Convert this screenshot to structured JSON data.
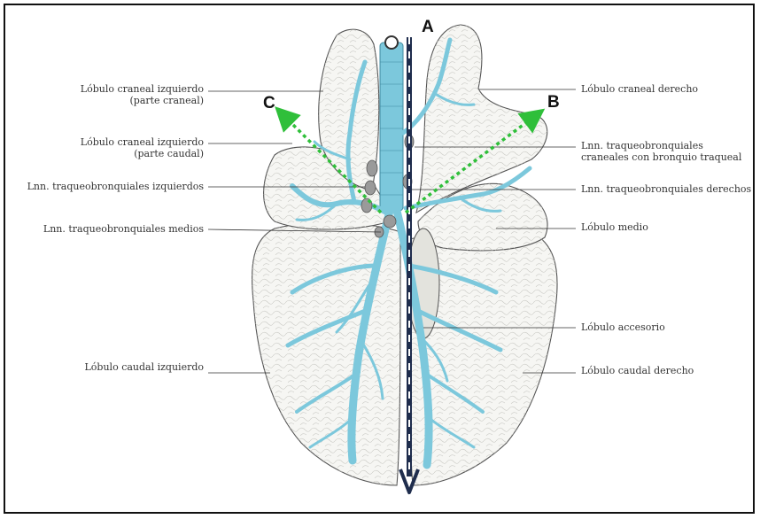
{
  "labels": {
    "lobulo_craneal_izq_craneal": [
      "Lóbulo craneal izquierdo",
      "(parte craneal)"
    ],
    "lobulo_craneal_izq_caudal": [
      "Lóbulo craneal izquierdo",
      "(parte caudal)"
    ],
    "lnn_izquierdos": "Lnn. traqueobronquiales izquierdos",
    "lnn_medios": "Lnn. traqueobronquiales medios",
    "lobulo_caudal_izq": "Lóbulo caudal izquierdo",
    "lobulo_craneal_der": "Lóbulo craneal derecho",
    "lnn_craneales": [
      "Lnn. traqueobronquiales",
      "craneales con bronquio traqueal"
    ],
    "lnn_derechos": "Lnn. traqueobronquiales derechos",
    "lobulo_medio": "Lóbulo medio",
    "lobulo_accesorio": "Lóbulo accesorio",
    "lobulo_caudal_der": "Lóbulo caudal derecho"
  },
  "markers": {
    "a": "A",
    "b": "B",
    "c": "C"
  },
  "colors": {
    "airway": "#7cc8dc",
    "airway_edge": "#3f8aa0",
    "lung_fill": "#f6f6f3",
    "lung_edge": "#555555",
    "arrow_a": "#1f2d4d",
    "arrow_bc": "#2fbf3a",
    "node": "#8a8a8a"
  },
  "icons": {
    "arrow_a": "dashed-down-arrow-icon",
    "arrow_b": "dotted-arrow-right-up-icon",
    "arrow_c": "dotted-arrow-left-up-icon"
  }
}
